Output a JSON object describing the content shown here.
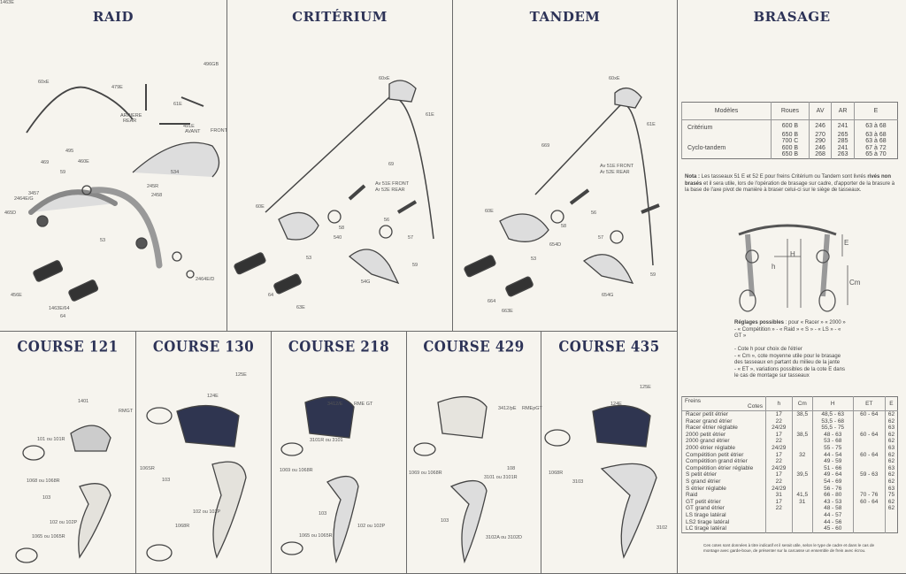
{
  "panels": [
    {
      "title": "RAID",
      "labels": [
        "496GB",
        "60xE",
        "479E",
        "ARRIERE",
        "REAR",
        "61E",
        "491E",
        "AVANT",
        "FRONT",
        "495",
        "469",
        "460E",
        "59",
        "534",
        "245R",
        "2458",
        "3457",
        "2464E/G",
        "465D",
        "53",
        "2464E/D",
        "456E",
        "1463E/64",
        "64",
        "1463E"
      ]
    },
    {
      "title": "CRITÉRIUM",
      "labels": [
        "60xE",
        "61E",
        "69",
        "Av 51E FRONT",
        "Ar 52E REAR",
        "60E",
        "56",
        "58",
        "540",
        "57",
        "53",
        "59",
        "54G",
        "64",
        "63E"
      ]
    },
    {
      "title": "TANDEM",
      "labels": [
        "60xE",
        "61E",
        "669",
        "Av 51E FRONT",
        "Ar 52E REAR",
        "60E",
        "56",
        "58",
        "57",
        "654D",
        "53",
        "59",
        "654G",
        "664",
        "663E"
      ]
    },
    {
      "title": "COURSE 121",
      "labels": [
        "1401",
        "RMGT",
        "101 ou 101R",
        "1068 ou 1068R",
        "103",
        "102 ou 102P",
        "1065 ou 1065R"
      ]
    },
    {
      "title": "COURSE 130",
      "labels": [
        "125E",
        "124E",
        "106SR",
        "103",
        "102 ou 102P",
        "1068R"
      ]
    },
    {
      "title": "COURSE 218",
      "labels": [
        "3412/E",
        "RME GT",
        "3101R ou 3101",
        "1069 ou 1068R",
        "103",
        "102 ou 102P",
        "1065 ou 1065R"
      ]
    },
    {
      "title": "COURSE 429",
      "labels": [
        "3412/pE",
        "RMEpGT",
        "1069 ou 1068R",
        "108",
        "3101 ou 3101R",
        "103",
        "3102A ou 3102D"
      ]
    },
    {
      "title": "COURSE 435",
      "labels": [
        "125E",
        "124E",
        "1068R",
        "3103",
        "3102"
      ]
    }
  ],
  "brasage": {
    "title": "BRASAGE",
    "table1": {
      "headers": [
        "Modèles",
        "Roues",
        "AV",
        "AR",
        "E"
      ],
      "rows": [
        [
          "Critérium",
          "600 B",
          "246",
          "241",
          "63 à 68"
        ],
        [
          "",
          "650 B",
          "270",
          "265",
          "63 à 68"
        ],
        [
          "",
          "700 C",
          "290",
          "285",
          "63 à 68"
        ],
        [
          "Cyclo-tandem",
          "600 B",
          "246",
          "241",
          "67 à 72"
        ],
        [
          "",
          "650 B",
          "268",
          "263",
          "65 à 70"
        ]
      ]
    },
    "nota_label": "Nota :",
    "nota_text1": " Les tasseaux 51 E et 52 E pour freins Critérium ou Tandem sont livrés ",
    "nota_bold": "rivés non brasés",
    "nota_text2": " et il sera utile, lors de l'opération de brasage sur cadre, d'apporter de la brasure à la base de l'axe pivot de manière à braser celui-ci sur le siège de tasseaux.",
    "diagram_labels": [
      "h",
      "H",
      "E",
      "Cm"
    ],
    "reglages_label": "Réglages possibles",
    "reglages_text": " : pour « Racer » « 2000 » - « Compétition » - « Raid » « S » - « LS » - « GT »",
    "cotes_lines": [
      "- Cote h pour choix de l'étrier",
      "- « Cm », cote moyenne utile pour le brasage des tasseaux en partant du milieu de la jante",
      "- « ET », variations possibles de la cote E dans le cas de montage sur tasseaux"
    ],
    "table2": {
      "corner_left": "Freins",
      "corner_right": "Cotes",
      "headers": [
        "h",
        "Cm",
        "H",
        "ET",
        "E"
      ],
      "rows": [
        [
          "Racer petit étrier",
          "17",
          "38,5",
          "48,5 - 63",
          "60 - 64",
          "62"
        ],
        [
          "Racer grand étrier",
          "22",
          "",
          "53,5 - 68",
          "",
          "62"
        ],
        [
          "Racer étrier réglable",
          "24/29",
          "",
          "55,5 - 75",
          "",
          "63"
        ],
        [
          "2000 petit étrier",
          "17",
          "38,5",
          "48 - 63",
          "60 - 64",
          "62"
        ],
        [
          "2000 grand étrier",
          "22",
          "",
          "53 - 68",
          "",
          "62"
        ],
        [
          "2000 étrier réglable",
          "24/29",
          "",
          "55 - 75",
          "",
          "63"
        ],
        [
          "Compétition petit étrier",
          "17",
          "32",
          "44 - 54",
          "60 - 64",
          "62"
        ],
        [
          "Compétition grand étrier",
          "22",
          "",
          "49 - 59",
          "",
          "62"
        ],
        [
          "Compétition étrier réglable",
          "24/29",
          "",
          "51 - 66",
          "",
          "63"
        ],
        [
          "S petit étrier",
          "17",
          "39,5",
          "49 - 64",
          "59 - 63",
          "62"
        ],
        [
          "S grand étrier",
          "22",
          "",
          "54 - 69",
          "",
          "62"
        ],
        [
          "S étrier réglable",
          "24/29",
          "",
          "56 - 76",
          "",
          "63"
        ],
        [
          "Raid",
          "31",
          "41,5",
          "66 - 80",
          "70 - 76",
          "75"
        ],
        [
          "GT petit étrier",
          "17",
          "31",
          "43 - 53",
          "60 - 64",
          "62"
        ],
        [
          "GT grand étrier",
          "22",
          "",
          "48 - 58",
          "",
          "62"
        ],
        [
          "LS tirage latéral",
          "",
          "",
          "44 - 57",
          "",
          ""
        ],
        [
          "LS2 tirage latéral",
          "",
          "",
          "44 - 56",
          "",
          ""
        ],
        [
          "LC tirage latéral",
          "",
          "",
          "45 - 60",
          "",
          ""
        ]
      ]
    },
    "footnote": "Ces cotes sont données à titre indicatif et il serait utile, selon le type de cadre et dans le cas de montage avec garde-boue, de présenter sur la carcasse un ensemble de frein avec écrou."
  }
}
